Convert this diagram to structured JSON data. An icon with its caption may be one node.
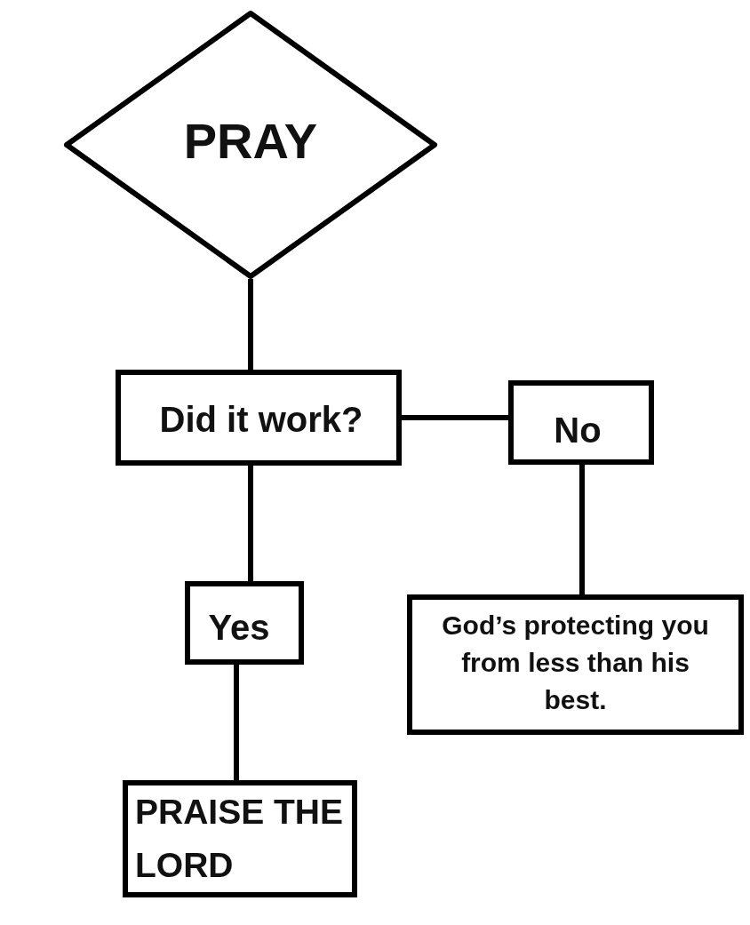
{
  "diagram": {
    "nodes": [
      {
        "text": [
          "PRAY"
        ]
      },
      {
        "text": [
          "Did it work?"
        ]
      },
      {
        "text": [
          "No"
        ]
      },
      {
        "text": [
          "Yes"
        ]
      },
      {
        "text": [
          "God’s protecting you from less than his best."
        ]
      },
      {
        "text": [
          "PRAISE THE LORD"
        ]
      }
    ],
    "edges": [
      {
        "from": 0,
        "to": 1,
        "arrow": "none"
      },
      {
        "from": 1,
        "to": 2,
        "arrow": "none"
      },
      {
        "from": 1,
        "to": 3,
        "arrow": "none"
      },
      {
        "from": 2,
        "to": 4,
        "arrow": "none"
      },
      {
        "from": 3,
        "to": 5,
        "arrow": "none"
      }
    ]
  }
}
